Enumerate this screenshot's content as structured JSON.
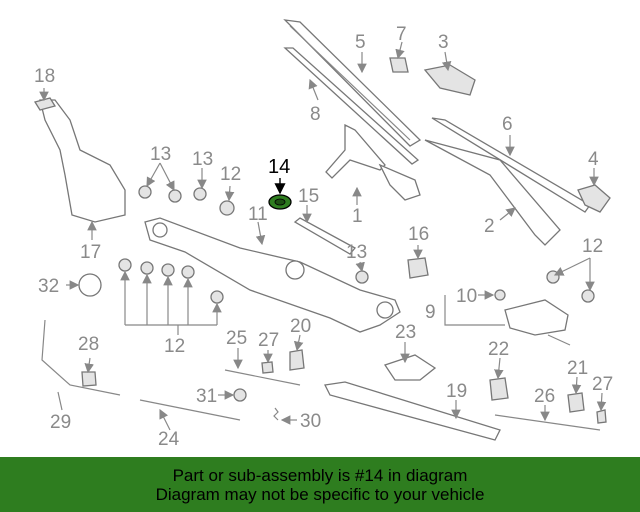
{
  "diagram": {
    "highlight_part": "14",
    "highlight_color": "#2e7d1f",
    "callouts": [
      "1",
      "2",
      "3",
      "4",
      "5",
      "6",
      "7",
      "8",
      "9",
      "10",
      "11",
      "12",
      "13",
      "14",
      "15",
      "16",
      "17",
      "18",
      "19",
      "20",
      "21",
      "22",
      "23",
      "24",
      "25",
      "26",
      "27",
      "28",
      "29",
      "30",
      "31",
      "32"
    ]
  },
  "footer": {
    "line1": "Part or sub-assembly is #14 in diagram",
    "line2": "Diagram may not be specific to your vehicle",
    "background": "#2e7d1f"
  }
}
